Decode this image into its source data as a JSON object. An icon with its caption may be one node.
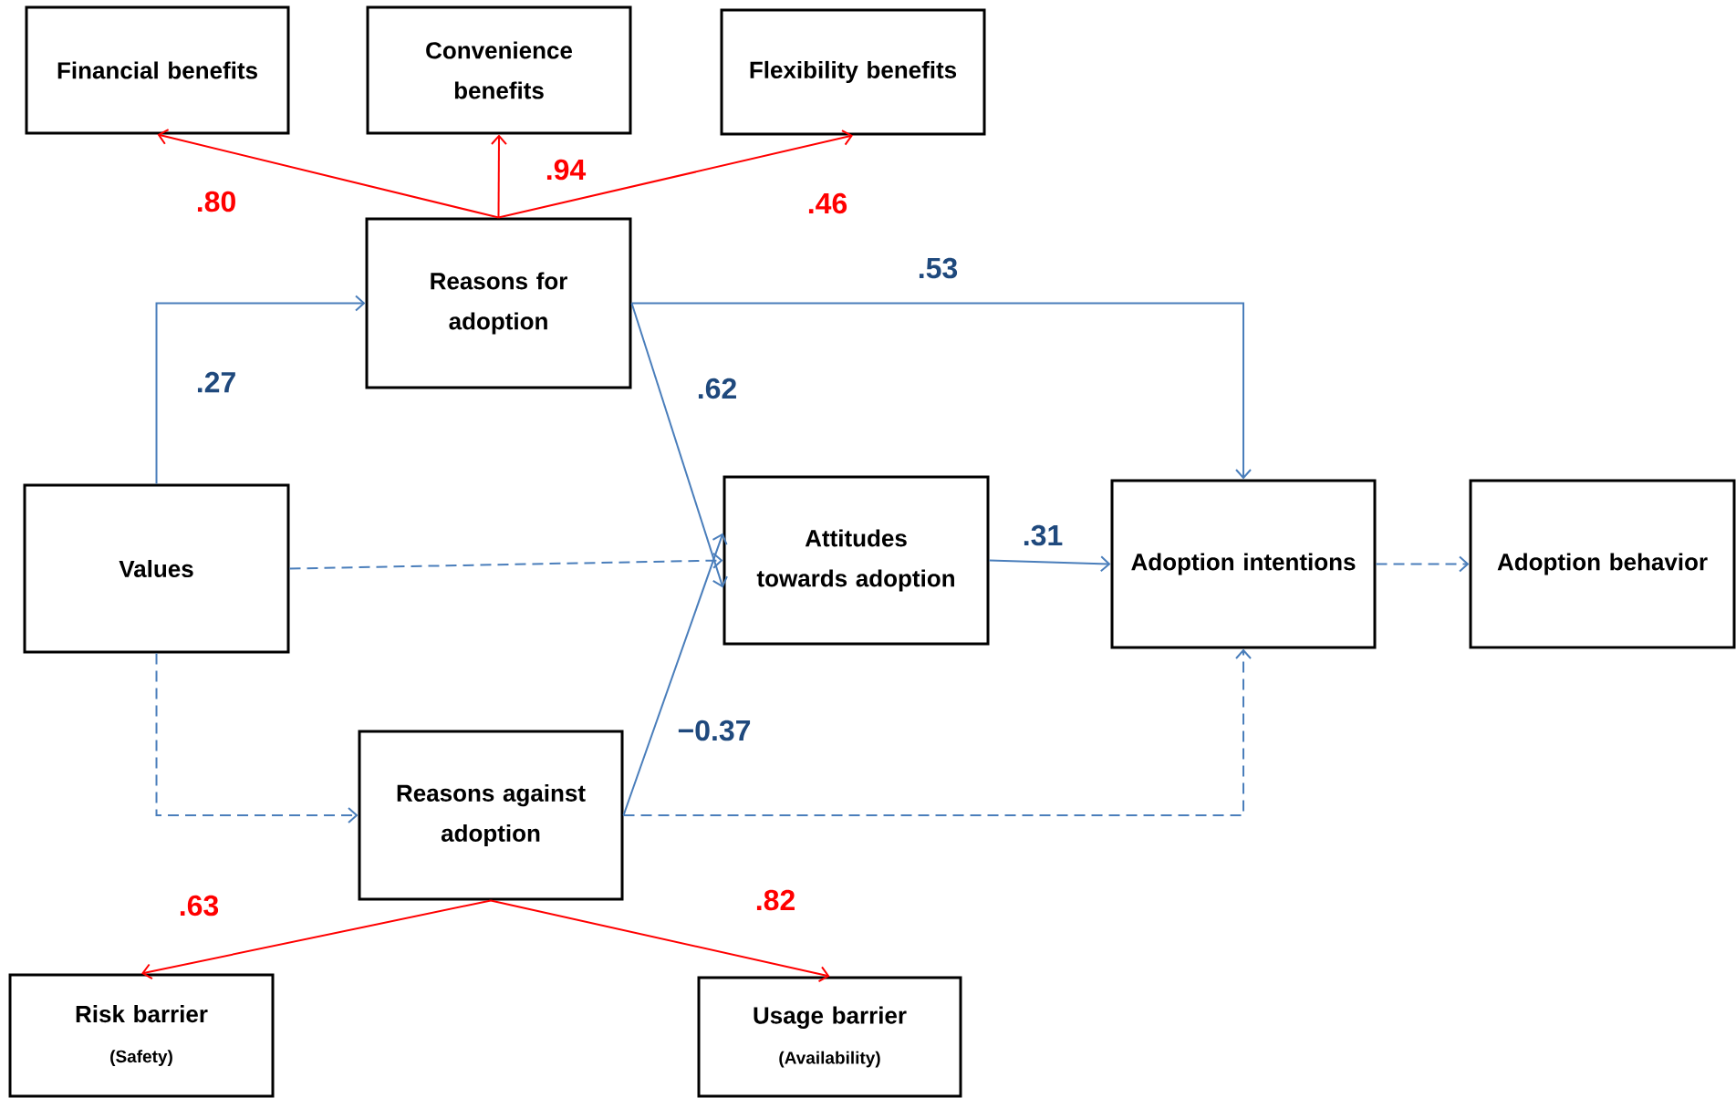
{
  "diagram": {
    "nodes": [
      {
        "text": [
          "Financial benefits"
        ]
      },
      {
        "text": [
          "Convenience benefits"
        ]
      },
      {
        "text": [
          "Flexibility benefits"
        ]
      },
      {
        "text": [
          "Reasons for adoption"
        ]
      },
      {
        "text": [
          "Values"
        ]
      },
      {
        "text": [
          "Attitudes towards adoption"
        ]
      },
      {
        "text": [
          "Adoption intentions"
        ]
      },
      {
        "text": [
          "Adoption behavior"
        ]
      },
      {
        "text": [
          "Reasons against adoption"
        ]
      },
      {
        "text": [
          "Risk barrier",
          "(Safety)"
        ]
      },
      {
        "text": [
          "Usage barrier",
          "(Availability)"
        ]
      }
    ],
    "edges": [
      {
        "from": 3,
        "to": 0,
        "arrow": "to",
        "label": ".80",
        "color": "#ff0000"
      },
      {
        "from": 3,
        "to": 1,
        "arrow": "to",
        "label": ".94",
        "color": "#ff0000"
      },
      {
        "from": 3,
        "to": 2,
        "arrow": "to",
        "label": ".46",
        "color": "#ff0000"
      },
      {
        "from": 4,
        "to": 3,
        "arrow": "to",
        "label": ".27"
      },
      {
        "from": 3,
        "to": 6,
        "arrow": "to",
        "label": ".53"
      },
      {
        "from": 3,
        "to": 5,
        "arrow": "to",
        "label": ".62"
      },
      {
        "from": 4,
        "to": 5,
        "arrow": "to",
        "style": "dashed"
      },
      {
        "from": 8,
        "to": 5,
        "arrow": "to",
        "label": "−0.37"
      },
      {
        "from": 5,
        "to": 6,
        "arrow": "to",
        "label": ".31"
      },
      {
        "from": 6,
        "to": 7,
        "arrow": "to",
        "style": "dashed"
      },
      {
        "from": 4,
        "to": 8,
        "arrow": "to",
        "style": "dashed"
      },
      {
        "from": 8,
        "to": 6,
        "arrow": "to",
        "style": "dashed"
      },
      {
        "from": 8,
        "to": 9,
        "arrow": "to",
        "label": ".63",
        "color": "#ff0000"
      },
      {
        "from": 8,
        "to": 10,
        "arrow": "to",
        "label": ".82",
        "color": "#ff0000"
      }
    ]
  }
}
